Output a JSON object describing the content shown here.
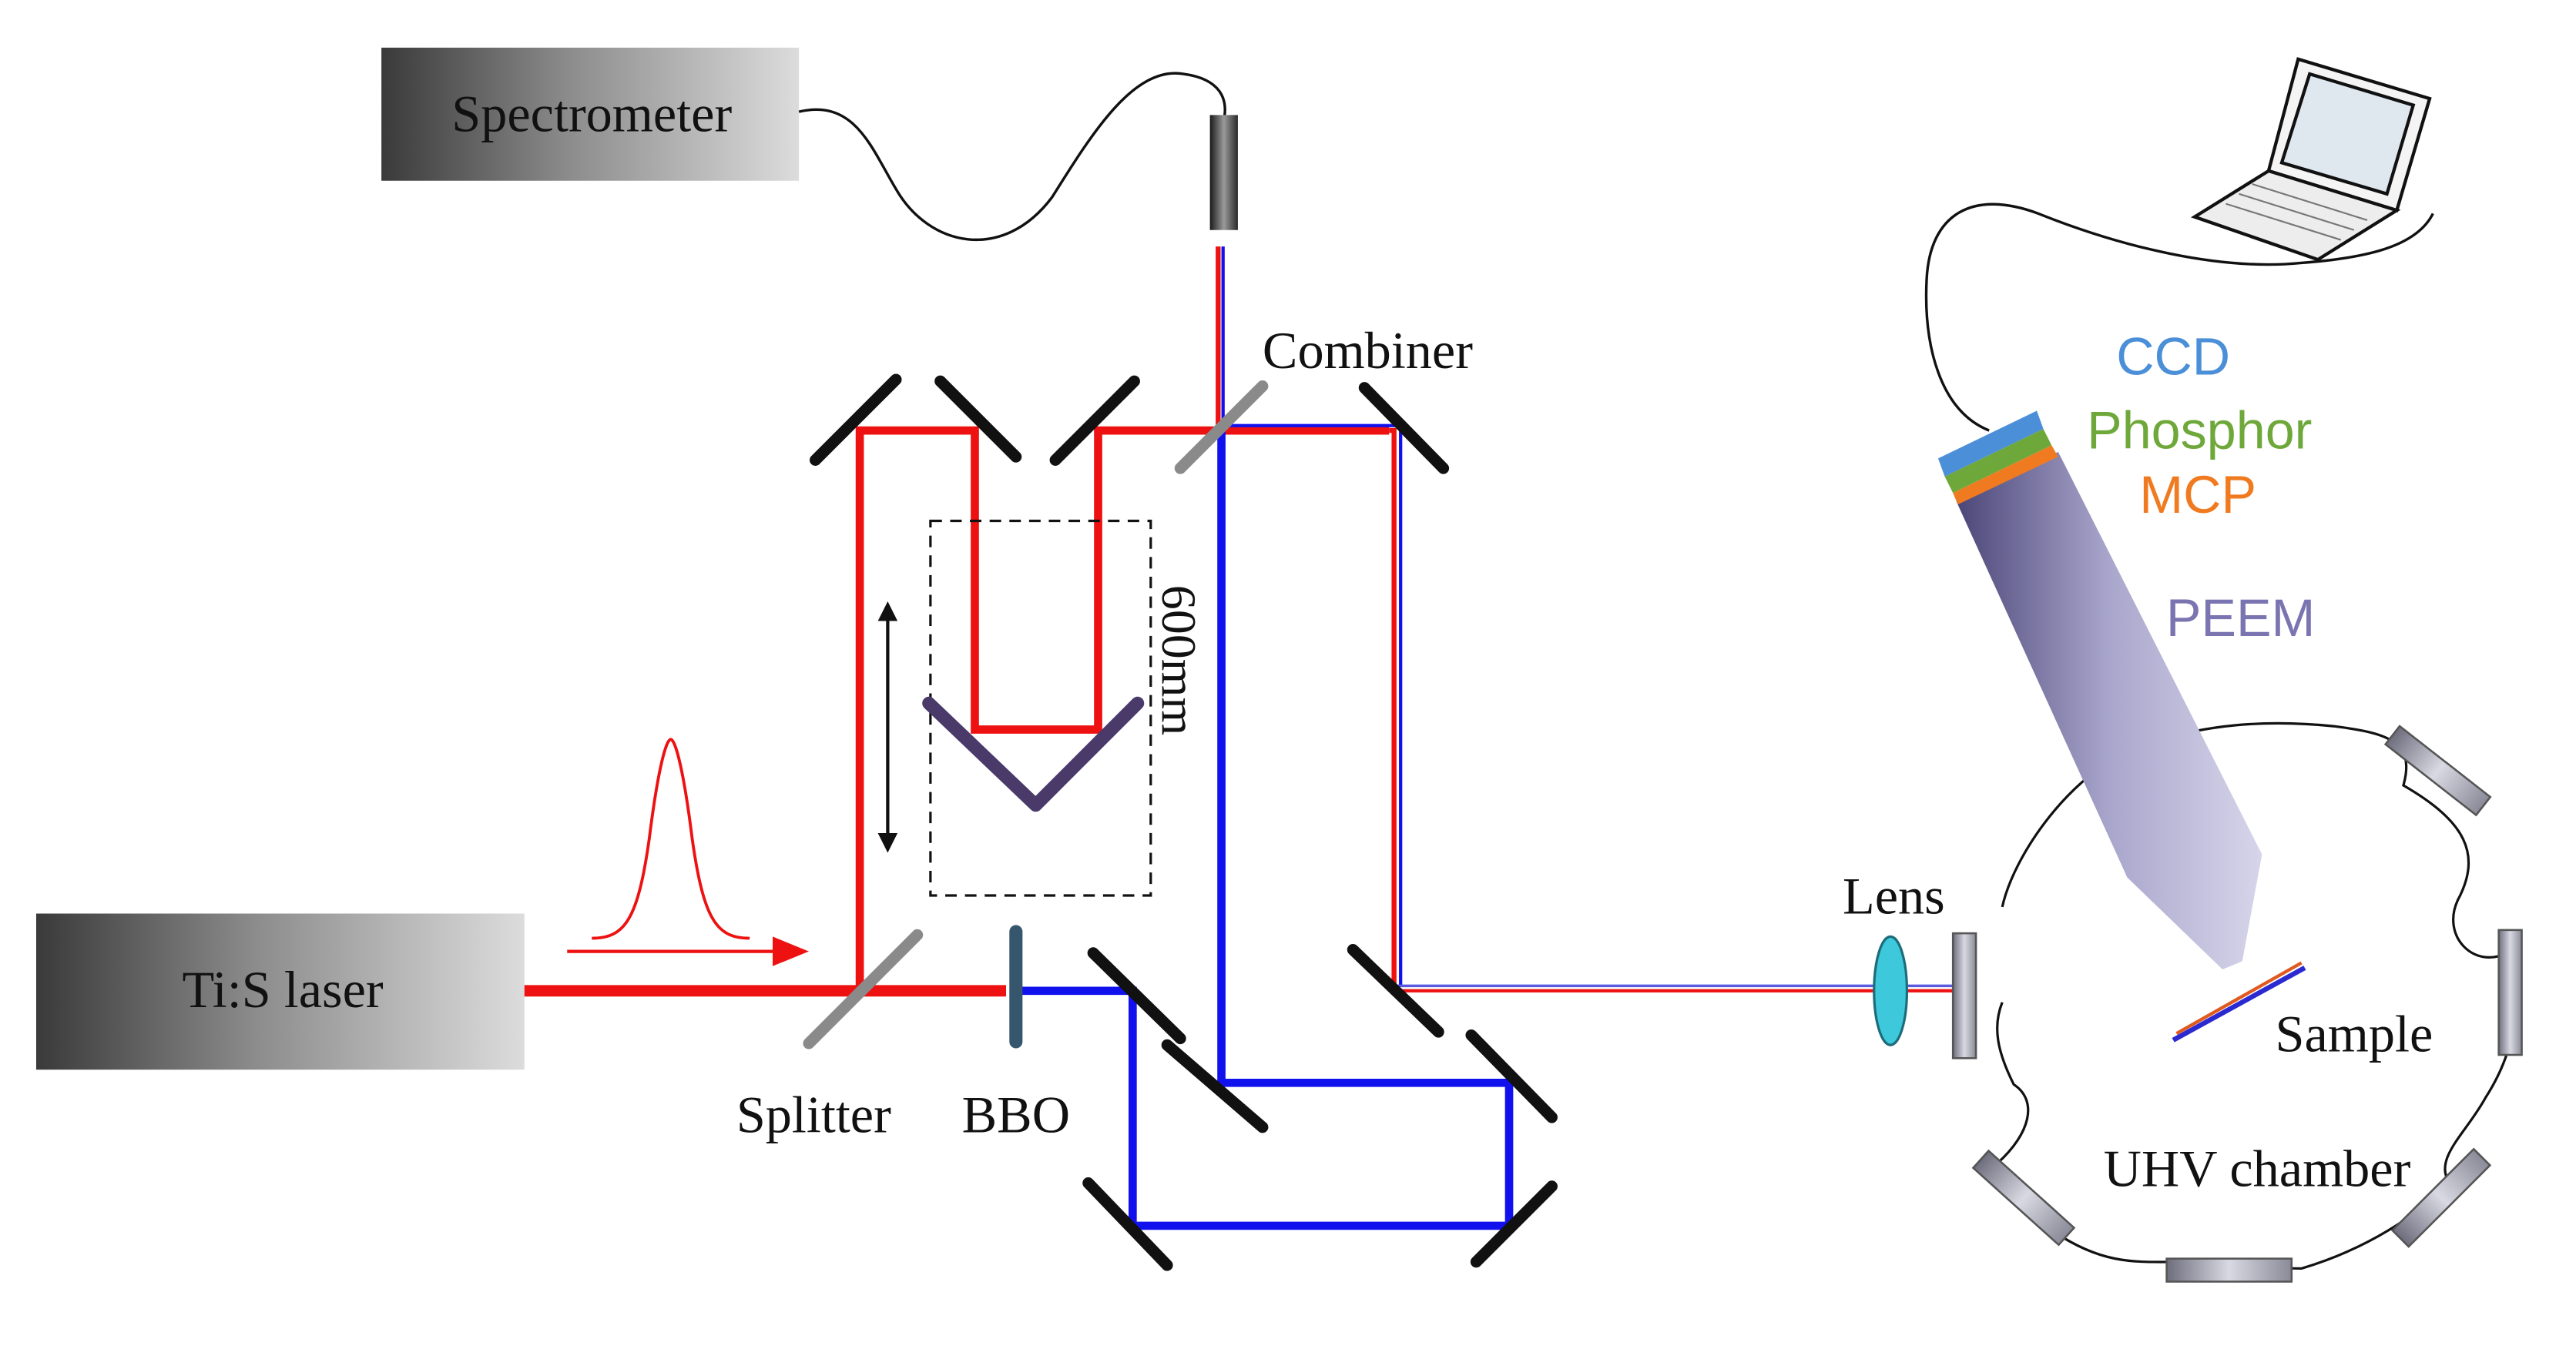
{
  "labels": {
    "spectrometer": "Spectrometer",
    "laser": "Ti:S laser",
    "combiner": "Combiner",
    "splitter": "Splitter",
    "bbo": "BBO",
    "delay_length": "600mm",
    "lens": "Lens",
    "ccd": "CCD",
    "phosphor": "Phosphor",
    "mcp": "MCP",
    "peem": "PEEM",
    "sample": "Sample",
    "uhv_chamber": "UHV chamber"
  },
  "colors": {
    "fundamental_beam": "#ee1111",
    "second_harmonic_beam": "#1111ee",
    "mirror": "#111111",
    "splitter": "#8a8a8a",
    "bbo": "#36566e",
    "delay_stage_mirror": "#4a3a6a",
    "lens": "#3ec8dc",
    "ccd": "#4a8fd8",
    "phosphor": "#6fa83a",
    "mcp": "#f07a20",
    "peem": "#7a74b0",
    "box_gradient_dark": "#3a3a3a",
    "box_gradient_light": "#cfcfcf"
  },
  "icons": [
    "laptop-icon",
    "fiber-coupler-icon",
    "pulse-icon"
  ]
}
